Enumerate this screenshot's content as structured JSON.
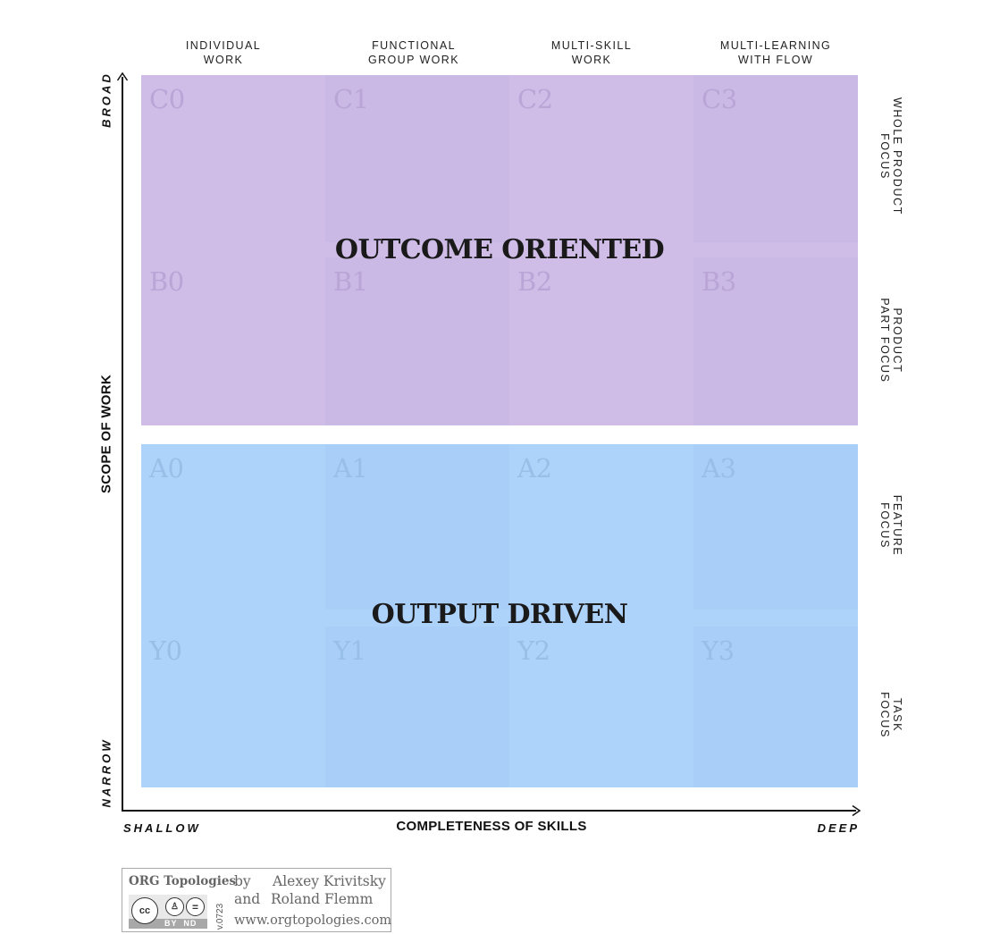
{
  "columns": [
    {
      "label": "INDIVIDUAL\nWORK"
    },
    {
      "label": "FUNCTIONAL\nGROUP WORK"
    },
    {
      "label": "MULTI-SKILL\nWORK"
    },
    {
      "label": "MULTI-LEARNING\nWITH FLOW"
    }
  ],
  "rows": [
    {
      "label": "WHOLE PRODUCT\nFOCUS"
    },
    {
      "label": "PRODUCT\nPART FOCUS"
    },
    {
      "label": "FEATURE\nFOCUS"
    },
    {
      "label": "TASK\nFOCUS"
    }
  ],
  "cells": [
    [
      "C0",
      "C1",
      "C2",
      "C3"
    ],
    [
      "B0",
      "B1",
      "B2",
      "B3"
    ],
    [
      "A0",
      "A1",
      "A2",
      "A3"
    ],
    [
      "Y0",
      "Y1",
      "Y2",
      "Y3"
    ]
  ],
  "zones": {
    "top_label": "OUTCOME ORIENTED",
    "bottom_label": "OUTPUT DRIVEN"
  },
  "colors": {
    "top_zone": "#cfbde8",
    "top_zone_alt": "#cab8e5",
    "bottom_zone": "#aed3fb",
    "bottom_zone_alt": "#a9cff9",
    "top_cell_code": "#b9a5d6",
    "bottom_cell_code": "#98bfe8"
  },
  "axes": {
    "y_title": "SCOPE OF WORK",
    "y_top": "BROAD",
    "y_bottom": "NARROW",
    "x_title": "COMPLETENESS OF SKILLS",
    "x_left": "SHALLOW",
    "x_right": "DEEP"
  },
  "credit": {
    "brand": "ORG Topologies",
    "by": "by",
    "and": "and",
    "author1": "Alexey Krivitsky",
    "author2": "Roland Flemm",
    "url": "www.orgtopologies.com",
    "version": "v.0723",
    "license_icons": [
      "cc-icon",
      "by-person-icon",
      "nd-equals-icon"
    ],
    "license_tags": "BY  ND"
  }
}
